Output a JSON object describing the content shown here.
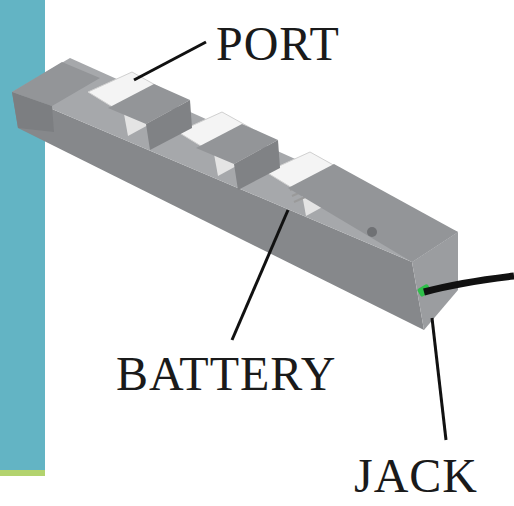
{
  "diagram": {
    "labels": [
      "PORT",
      "BATTERY",
      "JACK"
    ]
  }
}
